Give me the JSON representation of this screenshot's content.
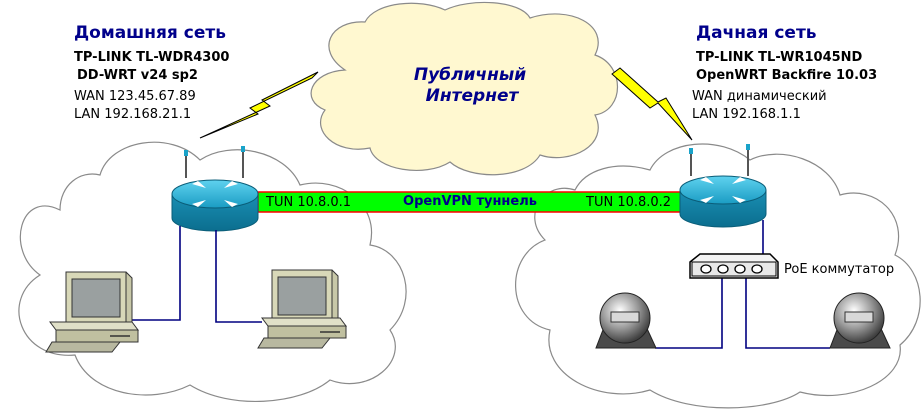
{
  "internet": {
    "line1": "Публичный",
    "line2": "Интернет"
  },
  "home": {
    "title": "Домашняя сеть",
    "device": "TP-LINK TL-WDR4300",
    "firmware": "DD-WRT v24 sp2",
    "wan": "WAN 123.45.67.89",
    "lan": "LAN 192.168.21.1"
  },
  "dacha": {
    "title": "Дачная сеть",
    "device": "TP-LINK TL-WR1045ND",
    "firmware": "OpenWRT Backfire 10.03",
    "wan": "WAN динамический",
    "lan": "LAN 192.168.1.1"
  },
  "tunnel": {
    "label": "OpenVPN туннель",
    "left_ip": "TUN 10.8.0.1",
    "right_ip": "TUN 10.8.0.2",
    "fill_color": "#00ff00",
    "border_color": "#ff0000"
  },
  "switch": {
    "label": "PoE коммутатор"
  },
  "colors": {
    "cloud_fill": "#fff8d0",
    "cloud_stroke": "#8a8a8a",
    "lan_cloud_fill": "#ffffff",
    "router_teal": "#1aa3c9",
    "link_line": "#000080",
    "lightning": "#ffff00",
    "title_color": "#00008b"
  }
}
